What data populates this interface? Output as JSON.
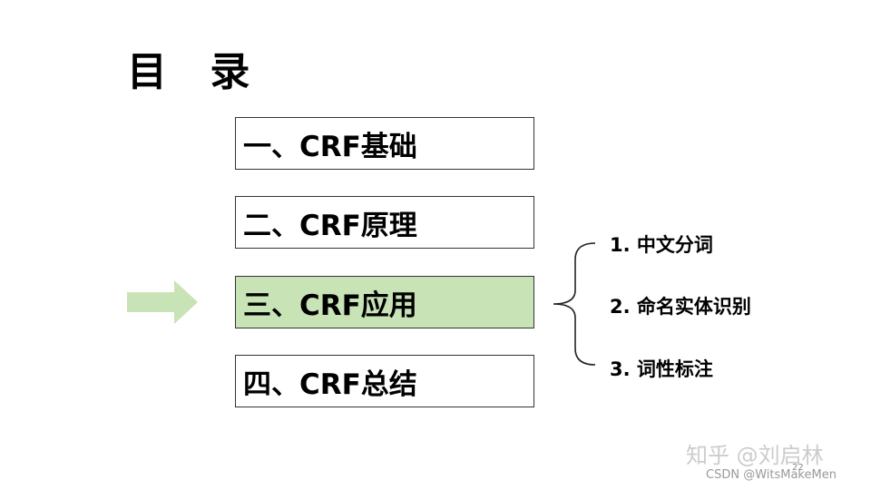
{
  "title": "目 录",
  "sections": [
    {
      "label": "一、CRF基础",
      "active": false
    },
    {
      "label": "二、CRF原理",
      "active": false
    },
    {
      "label": "三、CRF应用",
      "active": true
    },
    {
      "label": "四、CRF总结",
      "active": false
    }
  ],
  "subitems": [
    {
      "label": "1. 中文分词"
    },
    {
      "label": "2. 命名实体识别"
    },
    {
      "label": "3. 词性标注"
    }
  ],
  "page_number": "22",
  "watermark": {
    "zhihu": "知乎 @刘启林",
    "csdn": "CSDN @WitsMakeMen"
  },
  "colors": {
    "active_fill": "#c8e3b6",
    "arrow": "#c8e3b6"
  }
}
